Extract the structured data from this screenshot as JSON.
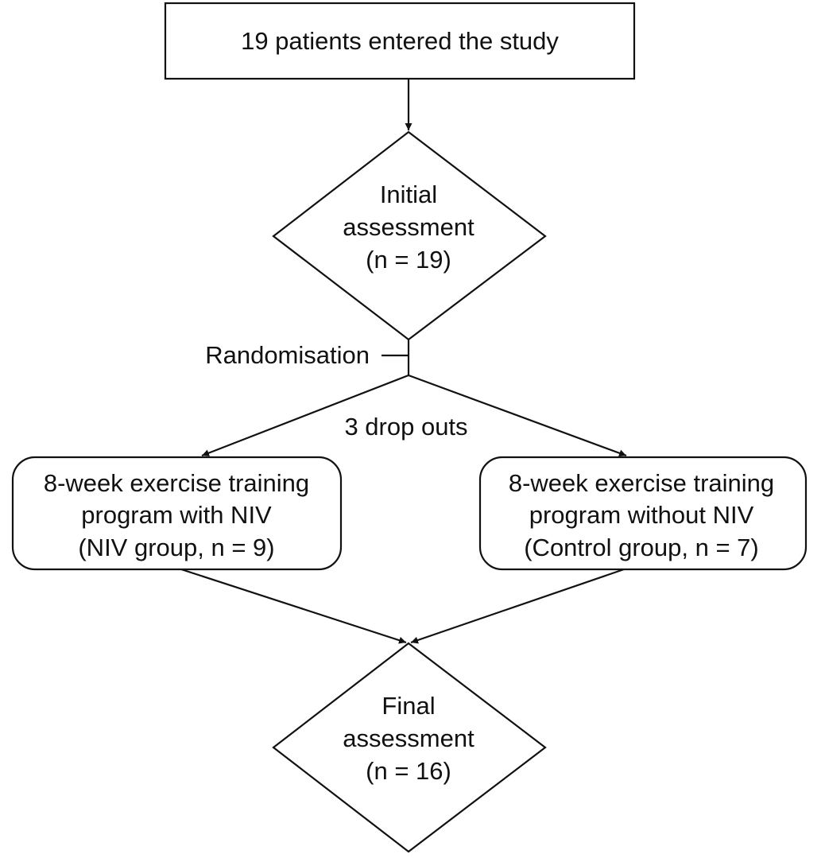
{
  "nodes": {
    "entered": {
      "text": "19 patients entered the study"
    },
    "initial": {
      "lines": [
        "Initial",
        "assessment",
        "(n = 19)"
      ]
    },
    "niv": {
      "lines": [
        "8-week exercise training",
        "program with NIV",
        "(NIV group, n = 9)"
      ]
    },
    "control": {
      "lines": [
        "8-week exercise training",
        "program without NIV",
        "(Control group, n = 7)"
      ]
    },
    "final": {
      "lines": [
        "Final",
        "assessment",
        "(n = 16)"
      ]
    }
  },
  "labels": {
    "randomisation": "Randomisation",
    "dropouts": "3 drop outs"
  },
  "colors": {
    "stroke": "#111111",
    "fill": "#ffffff"
  }
}
